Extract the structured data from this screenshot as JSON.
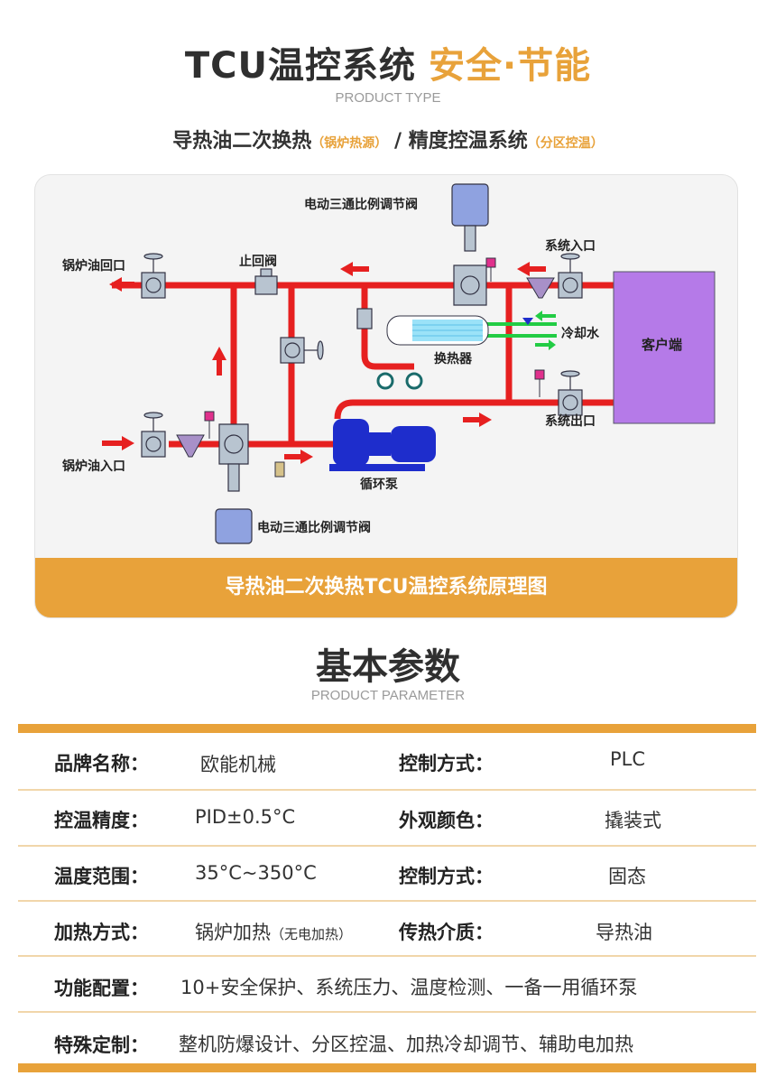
{
  "header": {
    "title_main": "TCU温控系统",
    "title_accent": "安全·节能",
    "product_type": "PRODUCT TYPE",
    "sub_left": "导热油二次换热",
    "sub_left_note": "（锅炉热源）",
    "sub_sep": "/",
    "sub_right": "精度控温系统",
    "sub_right_note": "（分区控温）"
  },
  "diagram": {
    "labels": {
      "valve_top": "电动三通比例调节阀",
      "boiler_return": "锅炉油回口",
      "check_valve": "止回阀",
      "system_in": "系统入口",
      "cooling_water": "冷却水",
      "heat_exchanger": "换热器",
      "client": "客户端",
      "boiler_in": "锅炉油入口",
      "system_out": "系统出口",
      "pump": "循环泵",
      "valve_bottom": "电动三通比例调节阀"
    },
    "caption": "导热油二次换热TCU温控系统原理图",
    "colors": {
      "pipe": "#e62020",
      "cooling": "#22cc44",
      "client": "#b57ae8",
      "pump": "#1e2dcc",
      "accent": "#e8a23a"
    }
  },
  "params": {
    "title": "基本参数",
    "subtitle": "PRODUCT PARAMETER",
    "rows": [
      {
        "k1": "品牌名称：",
        "v1": "欧能机械",
        "k2": "控制方式：",
        "v2": "PLC"
      },
      {
        "k1": "控温精度：",
        "v1": "PID±0.5°C",
        "k2": "外观颜色：",
        "v2": "撬装式"
      },
      {
        "k1": "温度范围：",
        "v1": "35°C~350°C",
        "k2": "控制方式：",
        "v2": "固态"
      },
      {
        "k1": "加热方式：",
        "v1": "锅炉加热",
        "v1_note": "（无电加热）",
        "k2": "传热介质：",
        "v2": "导热油"
      },
      {
        "k1": "功能配置：",
        "v1": "10+安全保护、系统压力、温度检测、一备一用循环泵"
      },
      {
        "k1": "特殊定制：",
        "v1": "整机防爆设计、分区控温、加热冷却调节、辅助电加热"
      }
    ]
  }
}
